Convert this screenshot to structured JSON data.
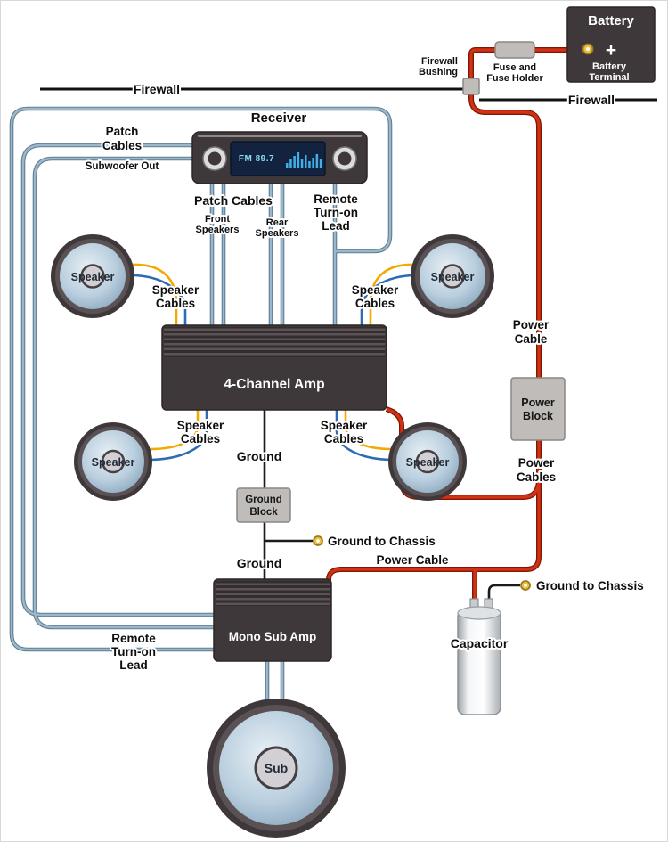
{
  "title": "Car Audio System Wiring Diagram",
  "colors": {
    "component_dark": "#3f383b",
    "block_gray": "#c0bcb9",
    "wire_signal_blue_gray": "#8aa6bb",
    "wire_power_red": "#d13114",
    "wire_speaker_yellow": "#f2a900",
    "wire_speaker_blue": "#2e6cb2",
    "wire_ground_black": "#1b1b1b",
    "terminal_gold": "#edbf3e",
    "display_text_blue": "#86dcf4"
  },
  "labels": {
    "firewall_left": "Firewall",
    "firewall_right": "Firewall",
    "firewall_bushing": [
      "Firewall",
      "Bushing"
    ],
    "fuse_holder": [
      "Fuse and",
      "Fuse Holder"
    ],
    "battery": "Battery",
    "battery_plus": "+",
    "battery_terminal": [
      "Battery",
      "Terminal"
    ],
    "receiver": "Receiver",
    "receiver_display": "FM 89.7",
    "patch_subwoofer": [
      "Patch",
      "Cables",
      "Subwoofer Out"
    ],
    "patch_cables": "Patch Cables",
    "front_speakers": [
      "Front",
      "Speakers"
    ],
    "rear_speakers": [
      "Rear",
      "Speakers"
    ],
    "remote_turn_on": [
      "Remote",
      "Turn-on",
      "Lead"
    ],
    "speaker": "Speaker",
    "speaker_cables": [
      "Speaker",
      "Cables"
    ],
    "four_channel_amp": "4-Channel Amp",
    "power_cable": [
      "Power",
      "Cable"
    ],
    "power_block": [
      "Power",
      "Block"
    ],
    "power_cables": [
      "Power",
      "Cables"
    ],
    "ground": "Ground",
    "ground_block": [
      "Ground",
      "Block"
    ],
    "ground_to_chassis": "Ground to Chassis",
    "power_cable_sub": "Power Cable",
    "capacitor": "Capacitor",
    "mono_sub_amp": "Mono Sub Amp",
    "sub": "Sub"
  }
}
